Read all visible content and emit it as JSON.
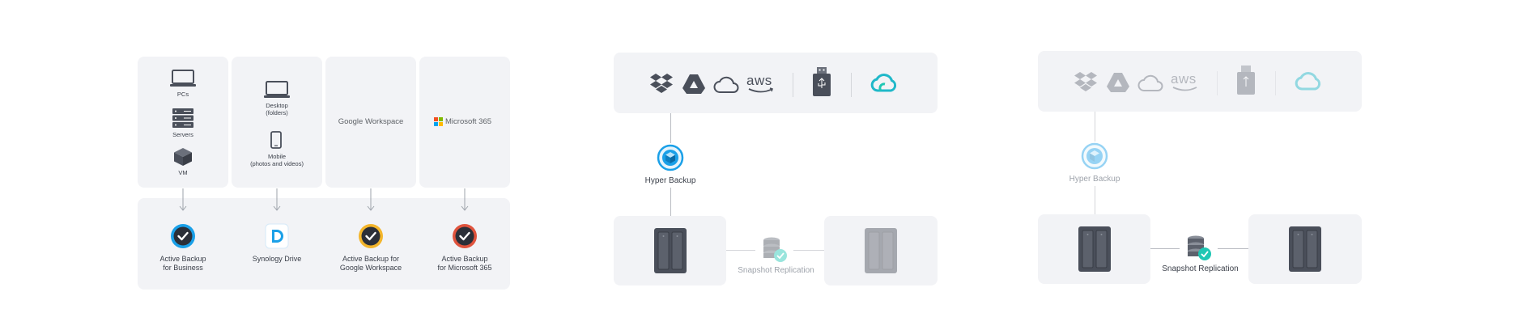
{
  "panel1": {
    "sources": {
      "pcs_label": "PCs",
      "servers_label": "Servers",
      "vm_label": "VM",
      "desktop_label": "Desktop",
      "desktop_sub": "(folders)",
      "mobile_label": "Mobile",
      "mobile_sub": "(photos and videos)",
      "google_workspace": "Google Workspace",
      "microsoft_365": "Microsoft 365"
    },
    "apps": {
      "abb_line1": "Active Backup",
      "abb_line2": "for Business",
      "drive": "Synology Drive",
      "abgw_line1": "Active Backup for",
      "abgw_line2": "Google Workspace",
      "abm365_line1": "Active Backup",
      "abm365_line2": "for Microsoft 365"
    }
  },
  "panel2": {
    "cloud_icons": [
      "dropbox-icon",
      "google-drive-icon",
      "cloud-icon",
      "aws-icon",
      "usb-drive-icon",
      "synology-c2-icon"
    ],
    "aws_text": "aws",
    "hyper_backup": "Hyper Backup",
    "snapshot_replication": "Snapshot Replication"
  },
  "panel3": {
    "cloud_icons": [
      "dropbox-icon",
      "google-drive-icon",
      "cloud-icon",
      "aws-icon",
      "usb-drive-icon",
      "synology-c2-icon"
    ],
    "aws_text": "aws",
    "hyper_backup": "Hyper Backup",
    "snapshot_replication": "Snapshot Replication"
  },
  "colors": {
    "box_bg": "#f2f3f6",
    "icon_dark": "#4a4f5a",
    "accent_blue": "#1aa0e8",
    "accent_teal": "#20c7b4",
    "accent_yellow": "#f3b52b",
    "accent_red": "#e0533d"
  }
}
